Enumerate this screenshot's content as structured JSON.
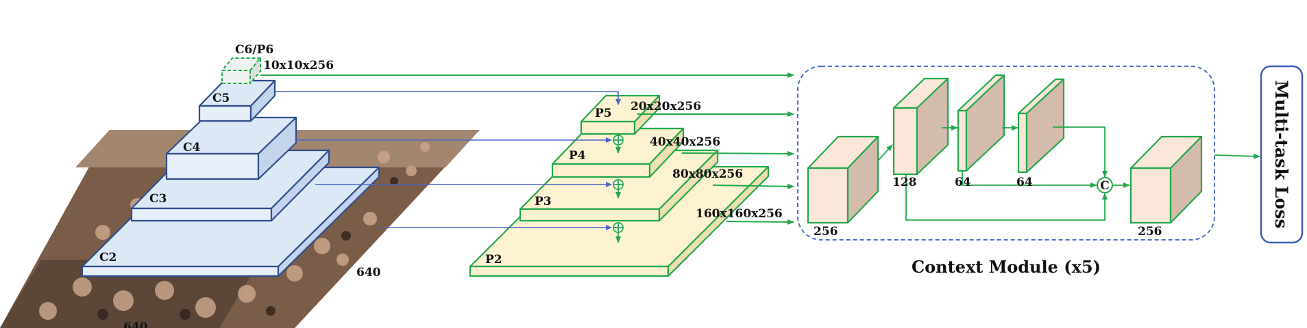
{
  "colors": {
    "backbone_fill_top": "#dde8f6",
    "backbone_fill_front": "#e6eefa",
    "backbone_fill_side": "#c4d4ec",
    "backbone_stroke": "#2f4d8c",
    "fpn_fill_top": "#fdf2d2",
    "fpn_fill_front": "#fdf1cf",
    "fpn_fill_side": "#efe0b4",
    "green_stroke": "#22a84a",
    "context_box_front": "#fbe6da",
    "context_box_side": "#d4bcad",
    "dashed_border": "#4b6fc4",
    "loss_border": "#3a5fb8",
    "lateral_arrow": "#4a68c2",
    "photo_dark": "#4a3a30",
    "photo_mid": "#8a6e58"
  },
  "backbone": {
    "levels": [
      {
        "label": "C2"
      },
      {
        "label": "C3"
      },
      {
        "label": "C4"
      },
      {
        "label": "C5"
      },
      {
        "label": "C6/P6",
        "size": "10x10x256"
      }
    ],
    "input_width": "640",
    "input_height": "640"
  },
  "fpn": {
    "levels": [
      {
        "label": "P2",
        "size": "160x160x256"
      },
      {
        "label": "P3",
        "size": "80x80x256"
      },
      {
        "label": "P4",
        "size": "40x40x256"
      },
      {
        "label": "P5",
        "size": "20x20x256"
      }
    ],
    "merge_icon": "circle-plus-icon"
  },
  "context_module": {
    "title": "Context Module (x5)",
    "input_channels": "256",
    "branch_channels": [
      "128",
      "64",
      "64"
    ],
    "concat_symbol": "C",
    "output_channels": "256"
  },
  "loss": {
    "label": "Multi-task Loss"
  }
}
